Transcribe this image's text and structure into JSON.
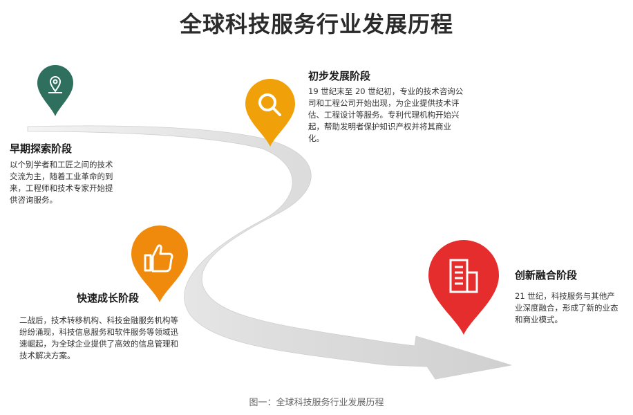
{
  "title": "全球科技服务行业发展历程",
  "caption": "图一：全球科技服务行业发展历程",
  "colors": {
    "stage1": "#2e6f5e",
    "stage2": "#f0a10a",
    "stage3": "#f08a0c",
    "stage4": "#e62d2d",
    "road": "#e3e3e3"
  },
  "stages": [
    {
      "title": "早期探索阶段",
      "desc": "以个别学者和工匠之间的技术交流为主，随着工业革命的到来，工程师和技术专家开始提供咨询服务。",
      "icon": "map-pin-icon"
    },
    {
      "title": "初步发展阶段",
      "desc": "19 世纪末至 20 世纪初，专业的技术咨询公司和工程公司开始出现，为企业提供技术评估、工程设计等服务。专利代理机构开始兴起，帮助发明者保护知识产权并将其商业化。",
      "icon": "magnifier-icon"
    },
    {
      "title": "快速成长阶段",
      "desc": "二战后，技术转移机构、科技金融服务机构等纷纷涌现，科技信息服务和软件服务等领域迅速崛起，为全球企业提供了高效的信息管理和技术解决方案。",
      "icon": "thumbs-up-icon"
    },
    {
      "title": "创新融合阶段",
      "desc": "21 世纪，科技服务与其他产业深度融合，形成了新的业态和商业模式。",
      "icon": "building-icon"
    }
  ]
}
